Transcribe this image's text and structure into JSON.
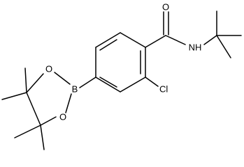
{
  "structure": {
    "colors": {
      "bond": "#000000",
      "label": "#000000",
      "background": "#ffffff"
    },
    "atoms": {
      "oxygen_carbonyl": "O",
      "amide_nh": "NH",
      "chlorine": "Cl",
      "boron": "B",
      "oxygen_ring_upper": "O",
      "oxygen_ring_lower": "O"
    }
  }
}
